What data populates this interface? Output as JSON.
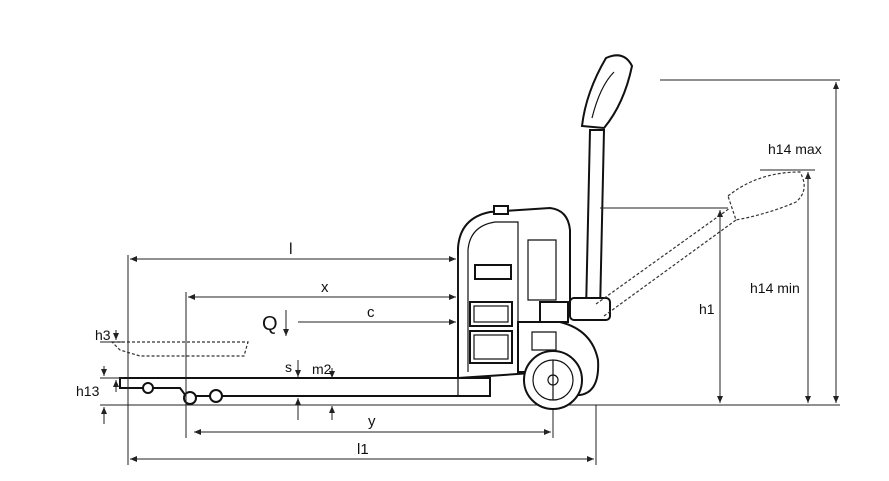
{
  "labels": {
    "l": "l",
    "x": "x",
    "c": "c",
    "Q": "Q",
    "h3": "h3",
    "h13": "h13",
    "s": "s",
    "m2": "m2",
    "y": "y",
    "l1": "l1",
    "h1": "h1",
    "h14_max": "h14 max",
    "h14_min": "h14 min"
  }
}
